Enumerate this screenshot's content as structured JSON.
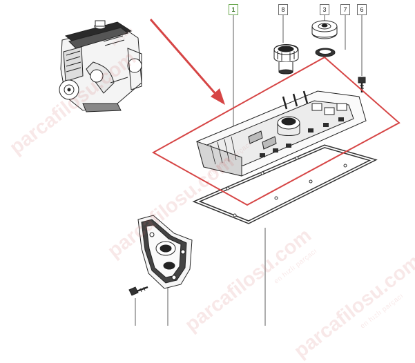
{
  "diagram": {
    "callouts": [
      {
        "id": "c1",
        "label": "1",
        "highlight": true
      },
      {
        "id": "c8",
        "label": "8",
        "highlight": false
      },
      {
        "id": "c3",
        "label": "3",
        "highlight": false
      },
      {
        "id": "c7",
        "label": "7",
        "highlight": false
      },
      {
        "id": "c6",
        "label": "6",
        "highlight": false
      }
    ],
    "highlight_color": "#d64545",
    "line_color": "#333333"
  },
  "watermark": {
    "brand": "parcafilosu.com",
    "tagline": "en hızlı parçacı",
    "fragment": "parçacı"
  }
}
